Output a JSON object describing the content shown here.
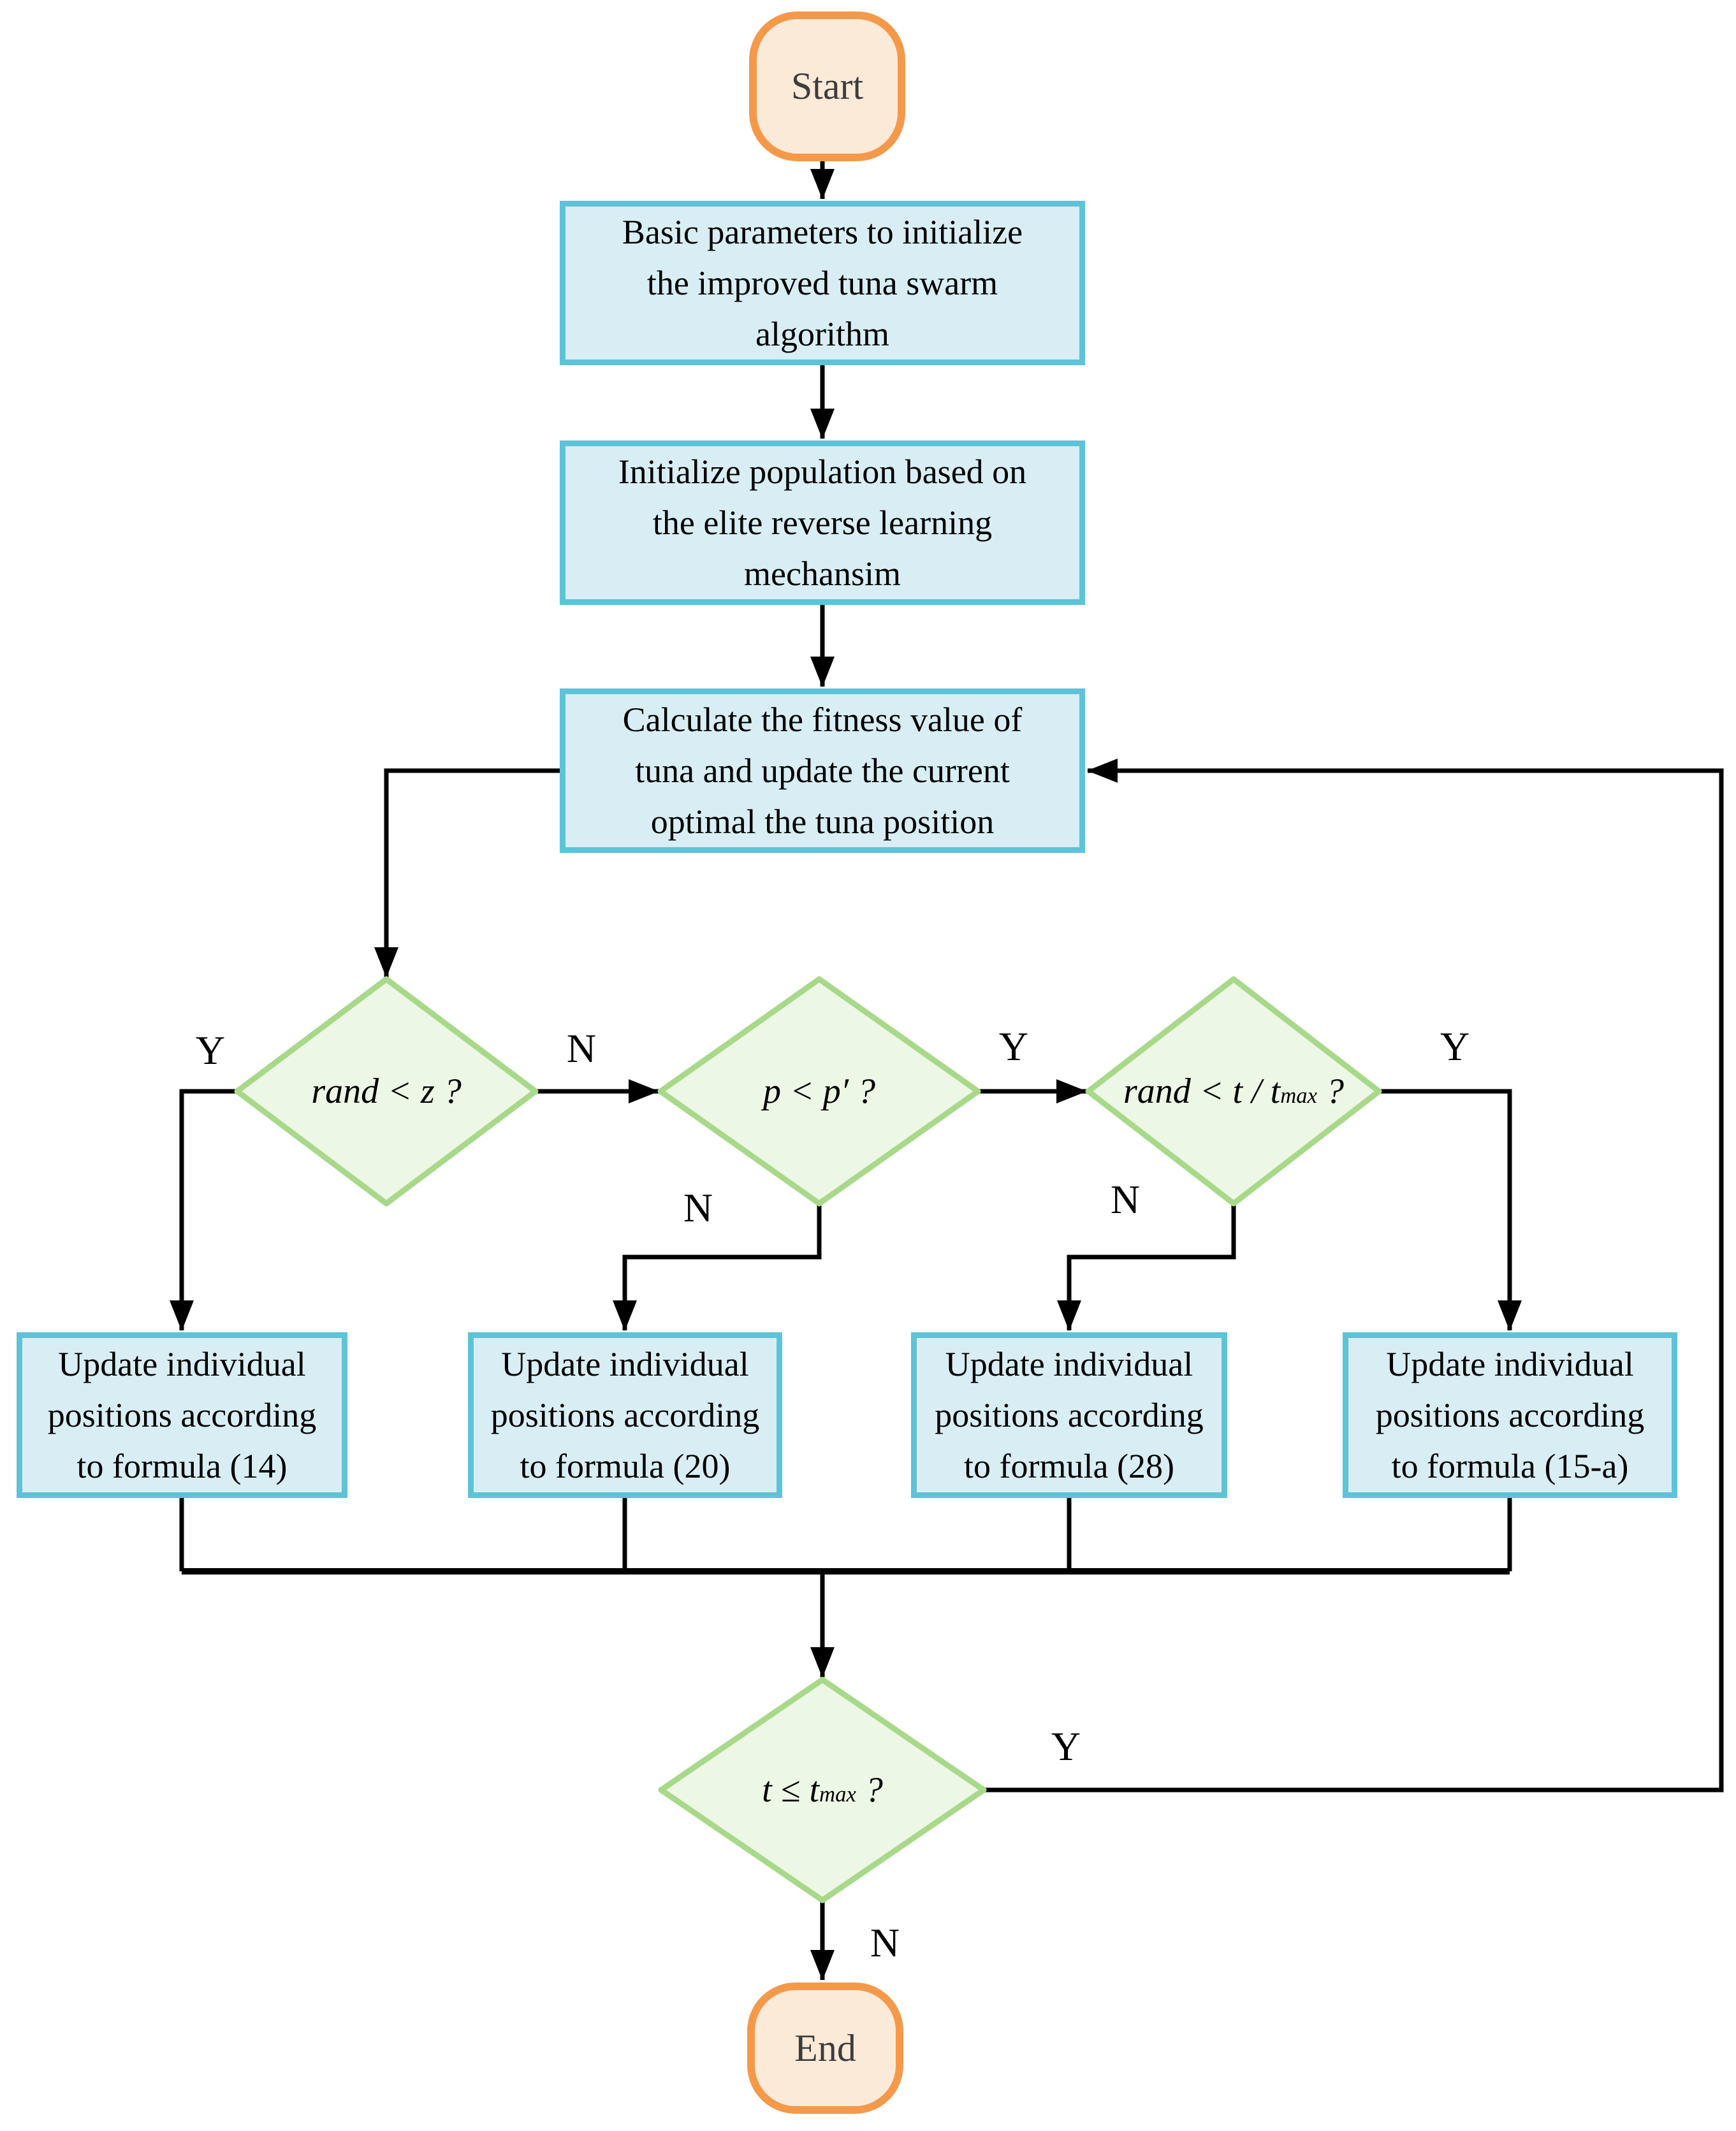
{
  "colors": {
    "process_fill": "#d8eef4",
    "process_border": "#5fc3d7",
    "decision_fill": "#edf7e5",
    "decision_border": "#a8d98a",
    "terminal_fill": "#fcead8",
    "terminal_border": "#f4994a",
    "line": "#000000",
    "text": "#000000",
    "terminal_text": "#3d3d3d",
    "page": "#ffffff"
  },
  "nodes": {
    "start": "Start",
    "end": "End",
    "init_params": [
      "Basic parameters to initialize",
      "the improved tuna swarm",
      "algorithm"
    ],
    "init_population": [
      "Initialize population based on",
      "the elite reverse learning",
      "mechansim"
    ],
    "fitness": [
      "Calculate the fitness value of",
      "tuna and update the current",
      "optimal the tuna position"
    ],
    "update14": [
      "Update individual",
      "positions according",
      "to formula (14)"
    ],
    "update20": [
      "Update individual",
      "positions according",
      "to formula (20)"
    ],
    "update28": [
      "Update individual",
      "positions according",
      "to formula (28)"
    ],
    "update15a": [
      "Update individual",
      "positions according",
      "to formula (15-a)"
    ]
  },
  "decisions": {
    "rand_z": "rand < z ?",
    "p_p": "p <  p′ ?",
    "rand_t_pre": "rand < t / t",
    "rand_t_sub": "max",
    "rand_t_post": " ?",
    "t_tmax_pre": "t ≤ t",
    "t_tmax_sub": "max",
    "t_tmax_post": " ?"
  },
  "labels": {
    "d1_y": "Y",
    "d1_n": "N",
    "d2_y": "Y",
    "d2_n": "N",
    "d3_y": "Y",
    "d3_n": "N",
    "d4_y": "Y",
    "d4_n": "N"
  }
}
